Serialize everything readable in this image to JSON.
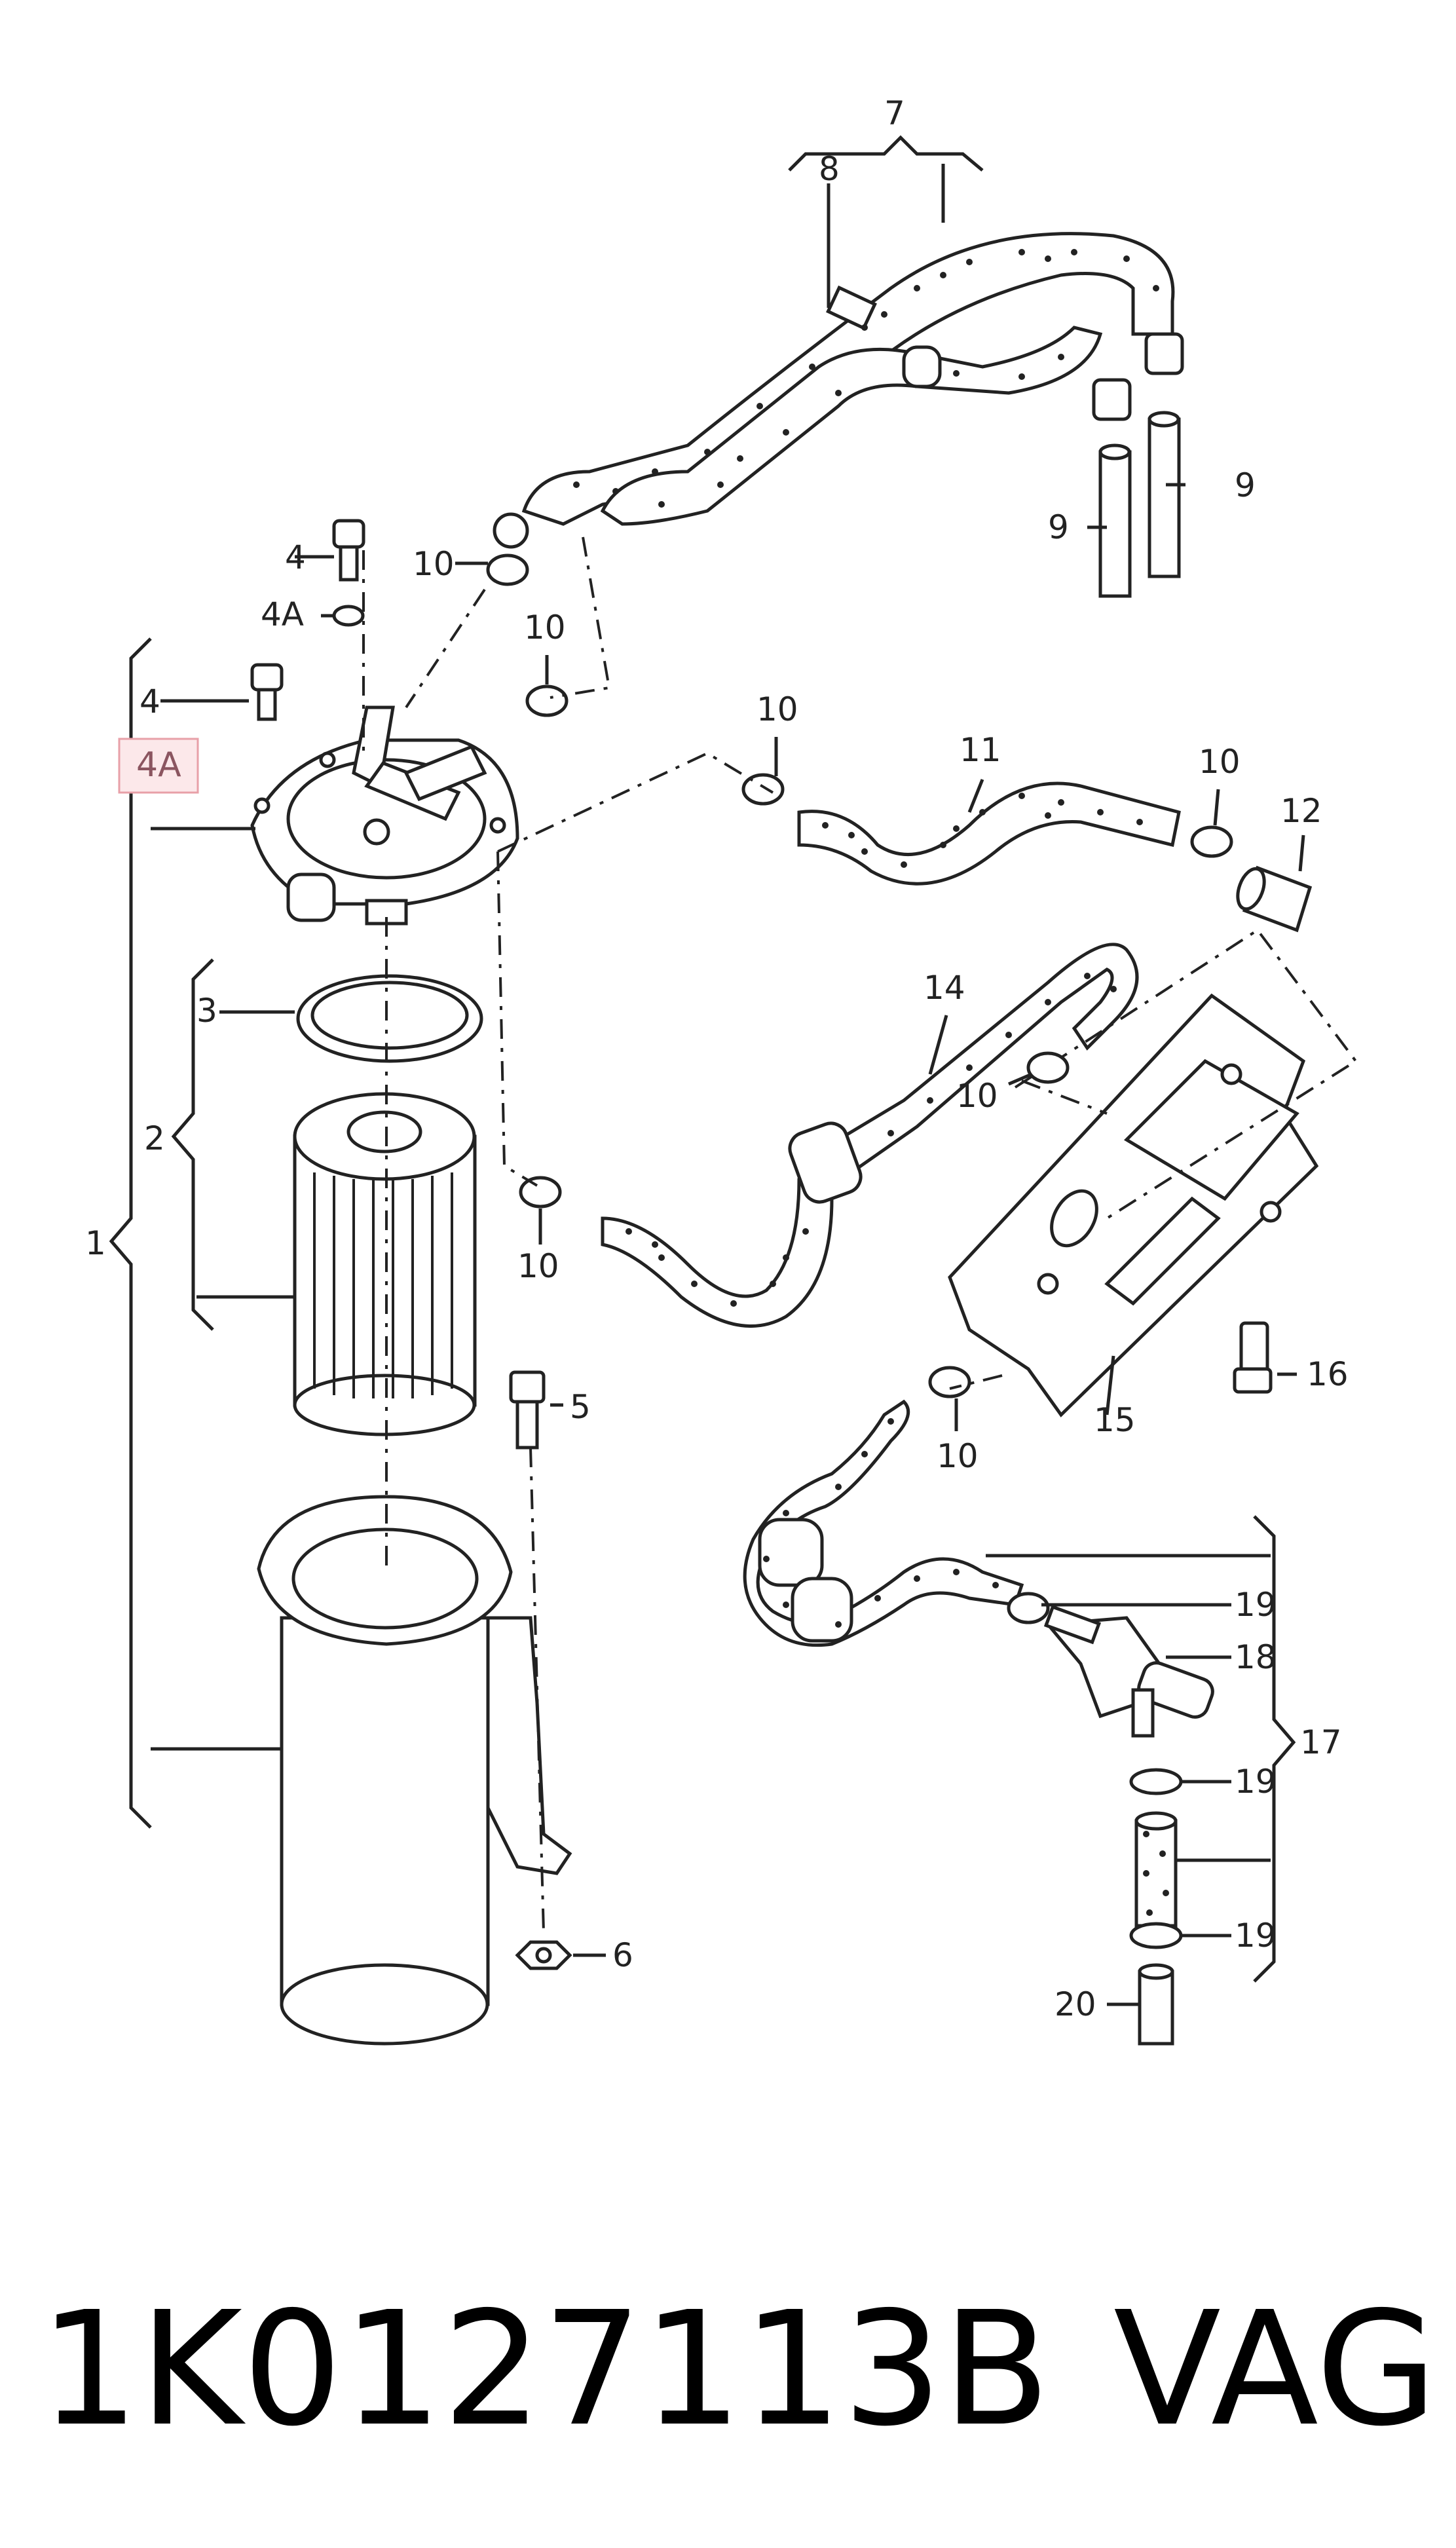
{
  "diagram": {
    "callouts": {
      "c1": "1",
      "c2": "2",
      "c3": "3",
      "c4a": "4",
      "c4b": "4",
      "c4A_top": "4A",
      "c4A_highlight": "4A",
      "c5": "5",
      "c6": "6",
      "c7": "7",
      "c8": "8",
      "c9a": "9",
      "c9b": "9",
      "c10a": "10",
      "c10b": "10",
      "c10c": "10",
      "c10d": "10",
      "c10e": "10",
      "c10f": "10",
      "c10g": "10",
      "c11": "11",
      "c12": "12",
      "c14": "14",
      "c15": "15",
      "c16": "16",
      "c17": "17",
      "c18": "18",
      "c19a": "19",
      "c19b": "19",
      "c19c": "19",
      "c20": "20"
    },
    "highlight_color": "#e8a0a8"
  },
  "footer": {
    "part_number": "1K0127113B",
    "brand": "VAG"
  }
}
